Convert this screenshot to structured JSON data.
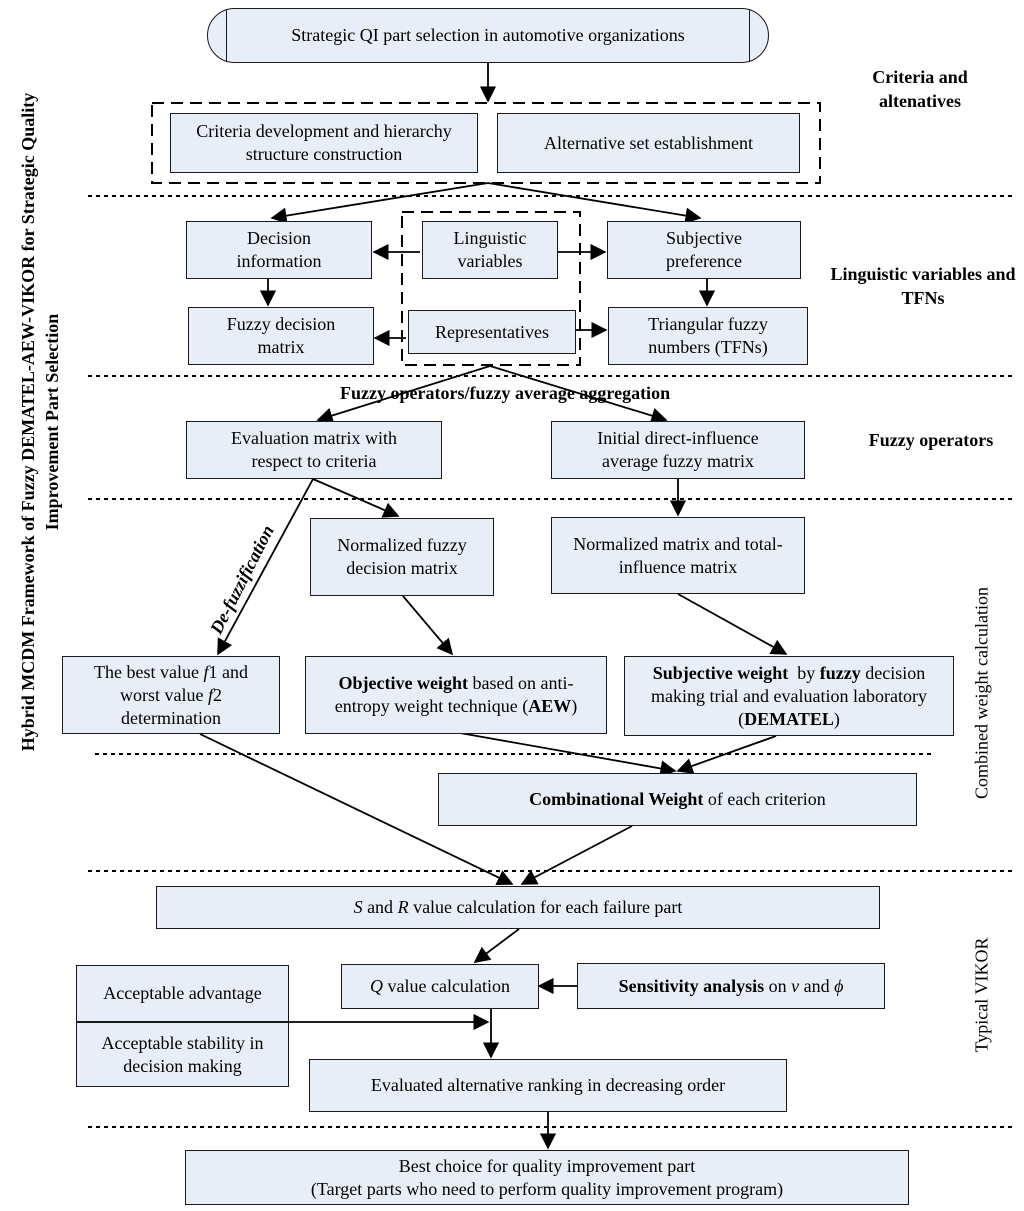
{
  "side_title": {
    "line1": "Hybrid MCDM Framework of Fuzzy DEMATEL-AEW-VIKOR for Strategic Quality",
    "line2": "Improvement Part Selection"
  },
  "stages": {
    "criteria": "Criteria and altenatives",
    "linguistic": "Linguistic variables and TFNs",
    "fuzzy_operators": "Fuzzy operators",
    "combined_weight": "Combined weight calculation",
    "vikor": "Typical VIKOR"
  },
  "nodes": {
    "start": "Strategic QI part selection in automotive organizations",
    "criteria_dev": "Criteria development and hierarchy structure construction",
    "alt_set": "Alternative set establishment",
    "decision_info": "Decision information",
    "linguistic_vars": "Linguistic variables",
    "subjective_pref": "Subjective preference",
    "fuzzy_decision_matrix": "Fuzzy decision matrix",
    "representatives": "Representatives",
    "tfn": "Triangular fuzzy numbers (TFNs)",
    "eval_matrix": "Evaluation matrix with respect to criteria",
    "initial_direct": "Initial direct-influence average fuzzy matrix",
    "normalized_fuzzy": "Normalized fuzzy decision matrix",
    "normalized_total": "Normalized matrix and total-influence matrix",
    "best_worst": {
      "p1": "The best value ",
      "f1": "f",
      "p2": "1 and worst value ",
      "f2": "f",
      "p3": "2 determination"
    },
    "objective_weight": {
      "bold": "Objective weight",
      "rest": " based on anti-entropy weight technique (",
      "abbr": "AEW",
      "end": ")"
    },
    "subjective_weight": {
      "bold1": "Subjective weight",
      "mid": "  by ",
      "bold2": "fuzzy",
      "rest": " decision making trial and evaluation laboratory (",
      "abbr": "DEMATEL",
      "end": ")"
    },
    "combinational": {
      "bold": "Combinational Weight",
      "rest": " of each criterion"
    },
    "sr_value": {
      "s": "S",
      "mid": " and ",
      "r": "R",
      "rest": " value calculation for each failure part"
    },
    "q_value": {
      "q": "Q",
      "rest": " value calculation"
    },
    "sensitivity": {
      "bold": "Sensitivity analysis",
      "mid": " on ",
      "v": "v",
      "and": " and ",
      "phi": "ϕ"
    },
    "acceptable_advantage": "Acceptable advantage",
    "acceptable_stability": "Acceptable stability in decision making",
    "ranking": "Evaluated alternative ranking in decreasing order",
    "best_choice_line1": "Best choice for quality improvement part",
    "best_choice_line2": "(Target parts who need to perform quality improvement program)"
  },
  "edge_labels": {
    "fuzzy_ops": "Fuzzy operators/fuzzy average aggregation",
    "defuzz": "De-fuzzification"
  },
  "colors": {
    "box_fill": "#e8eef7",
    "box_border": "#1a1a1a"
  }
}
